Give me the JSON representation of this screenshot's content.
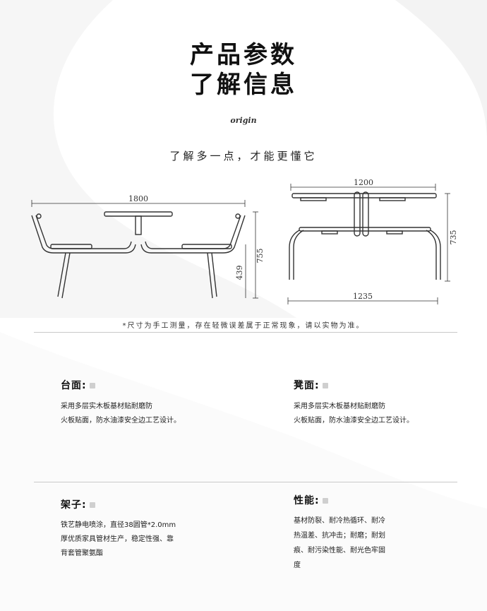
{
  "header": {
    "title_line1": "产品参数",
    "title_line2": "了解信息",
    "origin": "origin",
    "subtitle": "了解多一点，才能更懂它"
  },
  "dimensions": {
    "front_width": "1800",
    "front_height": "755",
    "seat_height": "439",
    "side_top_width": "1200",
    "side_height": "735",
    "side_base_width": "1235"
  },
  "note": "*尺寸为手工测量，存在轻微误差属于正常现象，请以实物为准。",
  "specs": [
    {
      "title": "台面:",
      "lines": [
        "采用多层实木板基材贴耐磨防",
        "火板贴面，防水油漆安全边工艺设计。"
      ]
    },
    {
      "title": "凳面:",
      "lines": [
        "采用多层实木板基材贴耐磨防",
        "火板贴面，防水油漆安全边工艺设计。"
      ]
    },
    {
      "title": "架子:",
      "lines": [
        "铁艺静电喷涂，直径38圆管*2.0mm",
        "厚优质家具管材生产，稳定性强、靠",
        "背套管聚氨酯"
      ]
    },
    {
      "title": "性能:",
      "lines": [
        "基材防裂、耐冷热循环、耐冷",
        "热温差、抗冲击；耐磨；耐划",
        "痕、耐污染性能、耐光色牢固",
        "度"
      ]
    }
  ]
}
